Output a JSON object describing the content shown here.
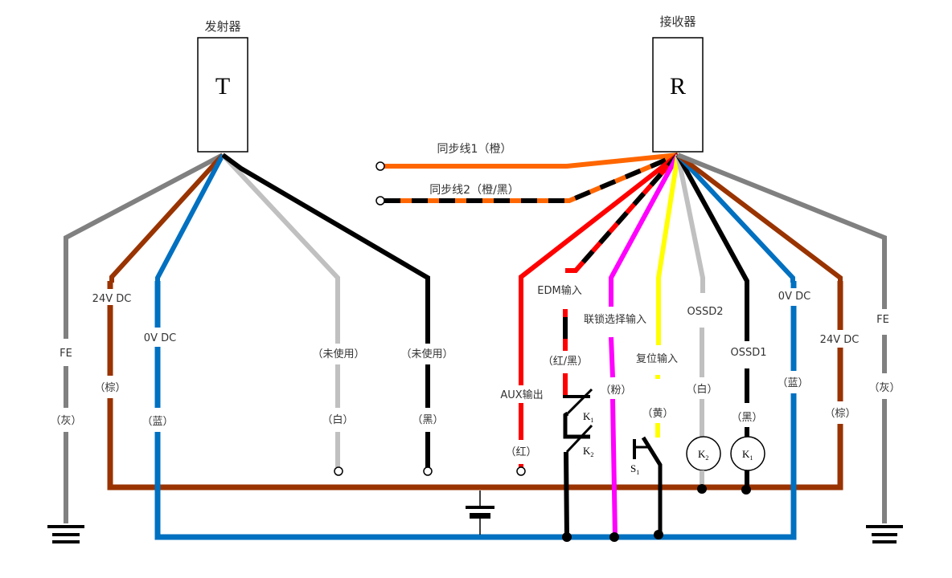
{
  "colors": {
    "gray": "#808080",
    "brown": "#993300",
    "blue": "#0070C0",
    "white_wire": "#C0C0C0",
    "black": "#000000",
    "orange": "#FF6600",
    "red": "#FF0000",
    "pink": "#FF00FF",
    "yellow": "#FFFF00"
  },
  "emitter": {
    "title": "发射器",
    "letter": "T"
  },
  "receiver": {
    "title": "接收器",
    "letter": "R"
  },
  "sync": {
    "line1": "同步线1（橙）",
    "line2": "同步线2（橙/黑）"
  },
  "emitter_wires": [
    {
      "id": "fe",
      "function": "FE",
      "color_name": "（灰）"
    },
    {
      "id": "24v",
      "function": "24V  DC",
      "color_name": "（棕）"
    },
    {
      "id": "0v",
      "function": "0V  DC",
      "color_name": "（蓝）"
    },
    {
      "id": "unused-white",
      "function": "（未使用）",
      "color_name": "（白）"
    },
    {
      "id": "unused-black",
      "function": "（未使用）",
      "color_name": "（黑）"
    }
  ],
  "receiver_wires": [
    {
      "id": "aux",
      "function": "AUX输出",
      "color_name": "（红）"
    },
    {
      "id": "edm",
      "function": "EDM输入",
      "color_name": "（红/黑）"
    },
    {
      "id": "interlock",
      "function": "联锁选择输入",
      "color_name": "（粉）"
    },
    {
      "id": "reset",
      "function": "复位输入",
      "color_name": "（黄）"
    },
    {
      "id": "ossd2",
      "function": "OSSD2",
      "color_name": "（白）"
    },
    {
      "id": "ossd1",
      "function": "OSSD1",
      "color_name": "（黑）"
    },
    {
      "id": "0v",
      "function": "0V  DC",
      "color_name": "（蓝）"
    },
    {
      "id": "24v",
      "function": "24V  DC",
      "color_name": "（棕）"
    },
    {
      "id": "fe",
      "function": "FE",
      "color_name": "（灰）"
    }
  ],
  "components": {
    "k1": "K",
    "k1_sub": "1",
    "k2": "K",
    "k2_sub": "2",
    "s1": "S",
    "s1_sub": "1"
  }
}
